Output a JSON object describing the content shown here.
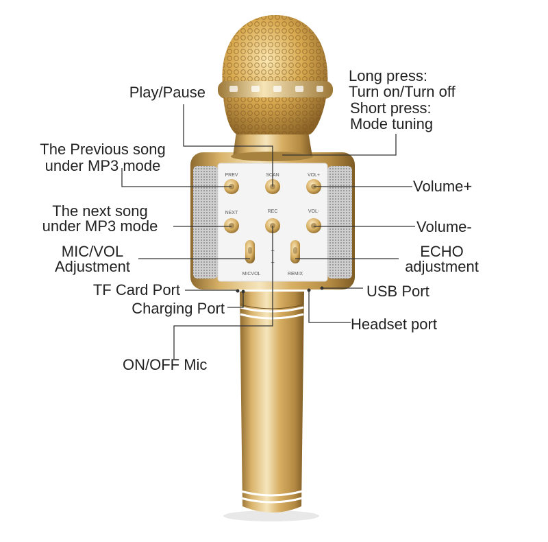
{
  "labels": {
    "play_pause": "Play/Pause",
    "long_press_1": "Long press:",
    "long_press_2": "Turn on/Turn off",
    "short_press_1": "Short press:",
    "short_press_2": "Mode tuning",
    "prev_1": "The Previous song",
    "prev_2": "under MP3 mode",
    "volume_plus": "Volume+",
    "next_1": "The next song",
    "next_2": "under MP3 mode",
    "volume_minus": "Volume-",
    "micvol_1": "MIC/VOL",
    "micvol_2": "Adjustment",
    "echo_1": "ECHO",
    "echo_2": "adjustment",
    "tf_card": "TF Card Port",
    "usb": "USB Port",
    "charging": "Charging Port",
    "headset": "Headset port",
    "onoff": "ON/OFF Mic"
  },
  "panel": {
    "prev": "PREV",
    "scan": "SCAN",
    "volplus": "VOL+",
    "next": "NEXT",
    "rec": "REC",
    "volminus": "VOL-",
    "micvol": "MICVOL",
    "remix": "REMIX",
    "plus": "+",
    "minus": "−"
  },
  "colors": {
    "gold": "#d9b36a",
    "gold_dark": "#a07a3a",
    "gold_light": "#f3dfae",
    "panel": "#f4f4f4",
    "line": "#333333"
  }
}
